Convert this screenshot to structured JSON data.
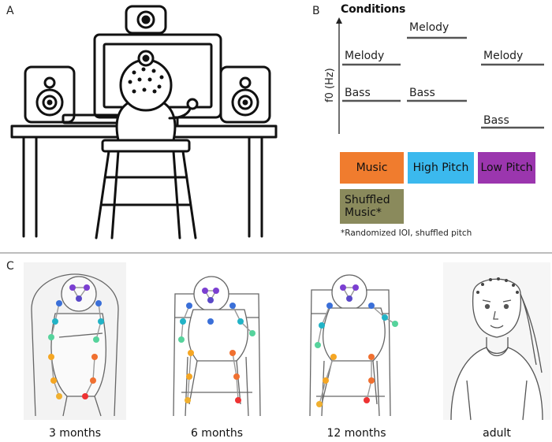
{
  "panels": {
    "a": "A",
    "b": "B",
    "c": "C"
  },
  "conditions": {
    "title": "Conditions",
    "y_axis_label": "f0 (Hz)",
    "lines": {
      "melody_1": "Melody",
      "bass_1": "Bass",
      "melody_2": "Melody",
      "bass_2": "Bass",
      "melody_3": "Melody",
      "bass_3": "Bass"
    },
    "boxes": [
      {
        "label": "Music",
        "color": "#F07C2E"
      },
      {
        "label": "High Pitch",
        "color": "#3BB9EE"
      },
      {
        "label": "Low Pitch",
        "color": "#9B36AE"
      },
      {
        "label": "Shuffled Music*",
        "color": "#8A8A5C"
      }
    ],
    "footnote": "*Randomized IOI, shuffled pitch"
  },
  "ages": [
    "3 months",
    "6 months",
    "12 months",
    "adult"
  ],
  "colors": {
    "line": "#555555",
    "divider": "#bdbdbd"
  }
}
